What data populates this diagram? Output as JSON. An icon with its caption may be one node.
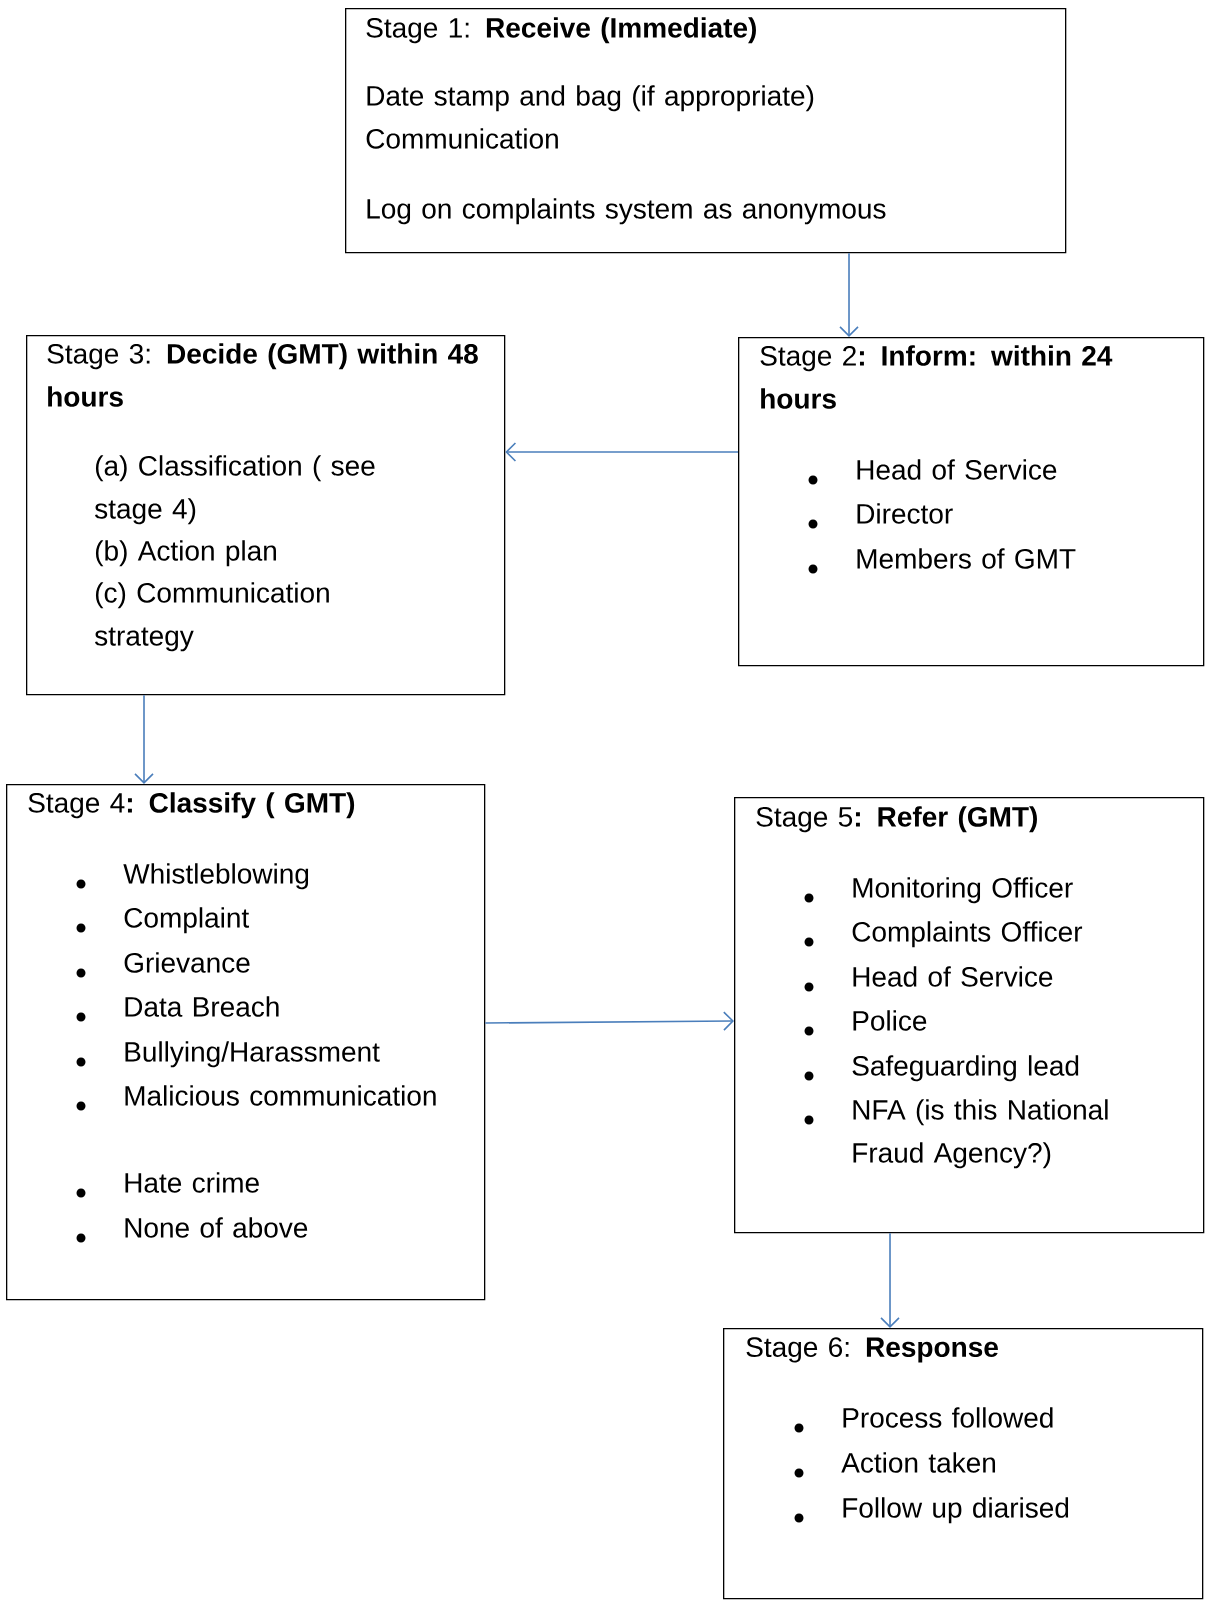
{
  "diagram": {
    "nodes": [
      {
        "text": [
          "Stage 1: **Receive (Immediate)**",
          "Date stamp and bag (if appropriate)",
          "Communication",
          "Log on complaints system as anonymous"
        ]
      },
      {
        "text": [
          "Stage 2**: Inform: within 24 hours**",
          "Head of Service",
          "Director",
          "Members of GMT"
        ]
      },
      {
        "text": [
          "Stage 3: **Decide (GMT) within 48 hours**",
          "(a) Classification ( see stage 4)",
          "(b) Action plan",
          "(c) Communication strategy"
        ]
      },
      {
        "text": [
          "Stage 4**: Classify ( GMT)**",
          "Whistleblowing",
          "Complaint",
          "Grievance",
          "Data Breach",
          "Bullying/Harassment",
          "Malicious communication",
          "Hate crime",
          "None of above"
        ]
      },
      {
        "text": [
          "Stage 5**: Refer (GMT)**",
          "Monitoring Officer",
          "Complaints Officer",
          "Head of Service",
          "Police",
          "Safeguarding lead",
          "NFA (is this National Fraud Agency?)"
        ]
      },
      {
        "text": [
          "Stage 6: **Response**",
          "Process followed",
          "Action taken",
          "Follow up diarised"
        ]
      }
    ],
    "edges": [
      {
        "from": 0,
        "to": 1,
        "arrow": "to"
      },
      {
        "from": 1,
        "to": 2,
        "arrow": "to"
      },
      {
        "from": 2,
        "to": 3,
        "arrow": "to"
      },
      {
        "from": 3,
        "to": 4,
        "arrow": "to"
      },
      {
        "from": 4,
        "to": 5,
        "arrow": "to"
      }
    ]
  }
}
